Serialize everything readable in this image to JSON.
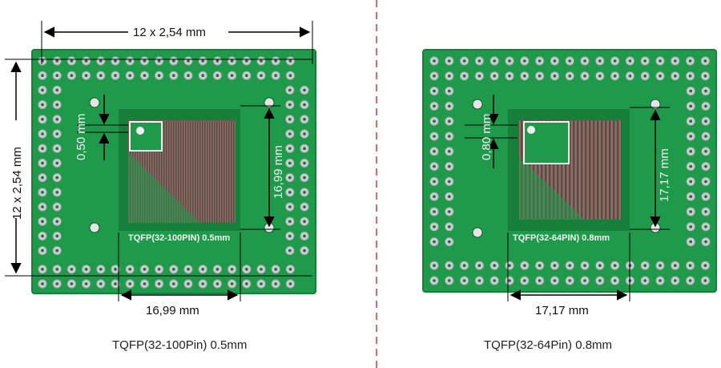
{
  "left_board": {
    "width_dim": "12 x 2,54 mm",
    "height_dim": "12 x 2,54 mm",
    "pitch_dim": "0,50 mm",
    "chip_dim_h": "16,99 mm",
    "chip_dim_v": "16,99 mm",
    "silk_label": "TQFP(32-100PIN) 0.5mm",
    "caption": "TQFP(32-100Pin) 0.5mm"
  },
  "right_board": {
    "pitch_dim": "0,80 mm",
    "chip_dim_h": "17,17 mm",
    "chip_dim_v": "17,17 mm",
    "silk_label": "TQFP(32-64PIN) 0.8mm",
    "caption": "TQFP(32-64Pin) 0.8mm"
  },
  "colors": {
    "pcb": "#1f9a4a",
    "pcb_dark": "#16803b",
    "pad": "#c9cdd0",
    "copper": "#8a6e63",
    "divider": "#d43a3a"
  }
}
